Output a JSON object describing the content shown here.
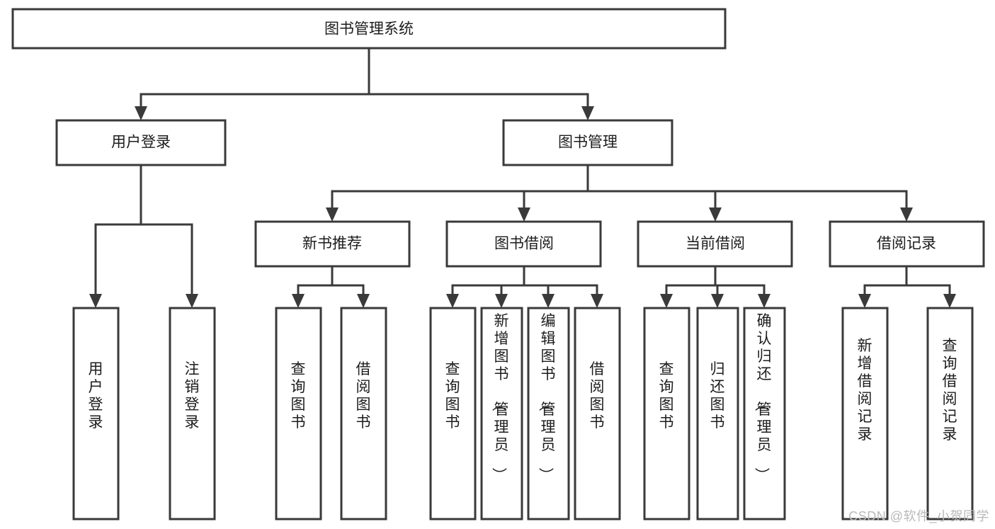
{
  "diagram": {
    "title": "图书管理系统",
    "type": "tree-hierarchy",
    "watermark": "CSDN @软件_小贺同学",
    "colors": {
      "stroke": "#3a3a3a",
      "fill": "#ffffff",
      "text": "#1c1c1c",
      "watermark": "#b9b9b9",
      "background": "#ffffff"
    },
    "nodes": {
      "root": {
        "label": "图书管理系统",
        "orientation": "horizontal",
        "level": 0
      },
      "l1_0": {
        "label": "用户登录",
        "orientation": "horizontal",
        "level": 1
      },
      "l1_1": {
        "label": "图书管理",
        "orientation": "horizontal",
        "level": 1
      },
      "l2_0": {
        "label": "新书推荐",
        "orientation": "horizontal",
        "level": 2
      },
      "l2_1": {
        "label": "图书借阅",
        "orientation": "horizontal",
        "level": 2
      },
      "l2_2": {
        "label": "当前借阅",
        "orientation": "horizontal",
        "level": 2
      },
      "l2_3": {
        "label": "借阅记录",
        "orientation": "horizontal",
        "level": 2
      },
      "leaf_0": {
        "label": "用户登录",
        "orientation": "vertical",
        "level": 3,
        "parent": "用户登录"
      },
      "leaf_1": {
        "label": "注销登录",
        "orientation": "vertical",
        "level": 3,
        "parent": "用户登录"
      },
      "leaf_2": {
        "label": "查询图书",
        "orientation": "vertical",
        "level": 3,
        "parent": "新书推荐"
      },
      "leaf_3": {
        "label": "借阅图书",
        "orientation": "vertical",
        "level": 3,
        "parent": "新书推荐"
      },
      "leaf_4": {
        "label": "查询图书",
        "orientation": "vertical",
        "level": 3,
        "parent": "图书借阅"
      },
      "leaf_5": {
        "label": "新增图书（管理员）",
        "orientation": "vertical",
        "level": 3,
        "parent": "图书借阅"
      },
      "leaf_6": {
        "label": "编辑图书（管理员）",
        "orientation": "vertical",
        "level": 3,
        "parent": "图书借阅"
      },
      "leaf_7": {
        "label": "借阅图书",
        "orientation": "vertical",
        "level": 3,
        "parent": "图书借阅"
      },
      "leaf_8": {
        "label": "查询图书",
        "orientation": "vertical",
        "level": 3,
        "parent": "当前借阅"
      },
      "leaf_9": {
        "label": "归还图书",
        "orientation": "vertical",
        "level": 3,
        "parent": "当前借阅"
      },
      "leaf_10": {
        "label": "确认归还（管理员）",
        "orientation": "vertical",
        "level": 3,
        "parent": "当前借阅"
      },
      "leaf_11": {
        "label": "新增借阅记录",
        "orientation": "vertical",
        "level": 3,
        "parent": "借阅记录"
      },
      "leaf_12": {
        "label": "查询借阅记录",
        "orientation": "vertical",
        "level": 3,
        "parent": "借阅记录"
      }
    }
  }
}
